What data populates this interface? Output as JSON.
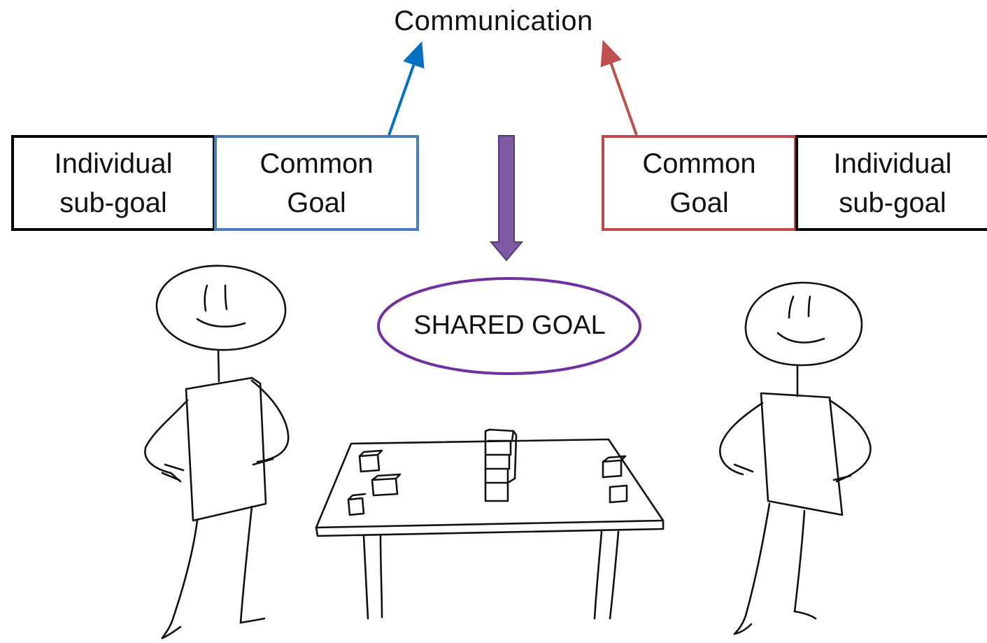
{
  "diagram": {
    "title": "Communication",
    "left_boxes": {
      "individual": {
        "line1": "Individual",
        "line2": "sub-goal"
      },
      "common": {
        "line1": "Common",
        "line2": "Goal"
      }
    },
    "right_boxes": {
      "common": {
        "line1": "Common",
        "line2": "Goal"
      },
      "individual": {
        "line1": "Individual",
        "line2": "sub-goal"
      }
    },
    "shared_goal": "SHARED GOAL"
  },
  "colors": {
    "left_common_border": "#4a7ebb",
    "left_arrow": "#0070c0",
    "right_common_border": "#be4b48",
    "right_arrow": "#c0504d",
    "down_arrow_fill": "#7f5ba6",
    "down_arrow_stroke": "#4f3a72",
    "ellipse_stroke": "#7030a0"
  }
}
